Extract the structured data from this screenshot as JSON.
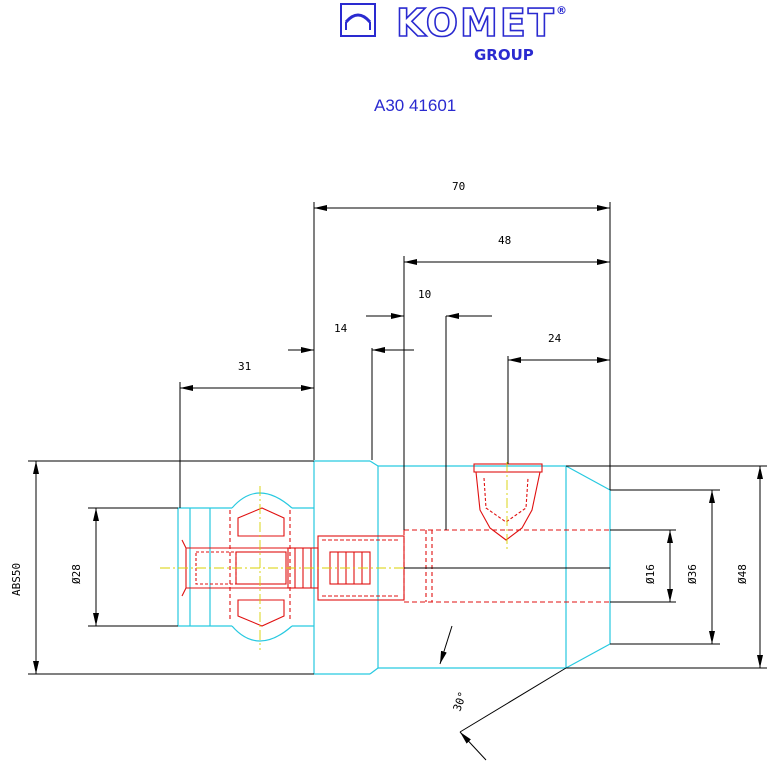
{
  "header": {
    "brand": "KOMET",
    "registered": "®",
    "group_label": "GROUP",
    "part_number": "A30 41601"
  },
  "colors": {
    "brand_blue": "#2a2ad0",
    "outline_cyan": "#27c9e0",
    "hidden_red": "#e01010",
    "center_yellow": "#d8d000",
    "dimension_black": "#000000"
  },
  "dimensions": {
    "d70": "70",
    "d48": "48",
    "d10": "10",
    "d14": "14",
    "d24": "24",
    "d31": "31",
    "abs": "ABS50",
    "dia28": "Ø28",
    "dia16": "Ø16",
    "dia36": "Ø36",
    "dia48": "Ø48",
    "angle": "30°"
  }
}
